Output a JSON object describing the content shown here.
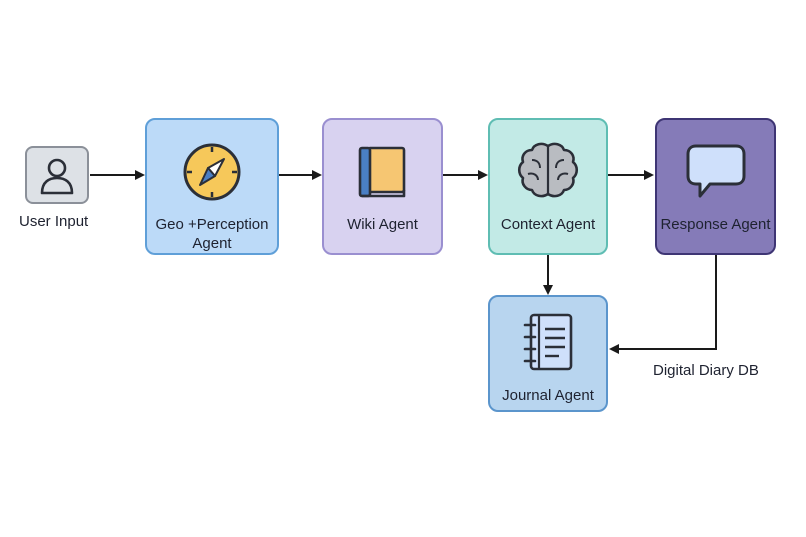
{
  "colors": {
    "user_fill": "#dde1e6",
    "user_border": "#8b9099",
    "geo_fill": "#bcdaf8",
    "geo_border": "#5f9fd8",
    "wiki_fill": "#d8d2f0",
    "wiki_border": "#9a8fd0",
    "context_fill": "#c2eae6",
    "context_border": "#5fbdb3",
    "journal_fill": "#b8d5ef",
    "journal_border": "#5b95cc",
    "response_fill": "#857bb8",
    "response_border": "#3e3574",
    "arrow": "#1a1a1a"
  },
  "nodes": {
    "user": {
      "label": "User Input",
      "icon": "user-icon"
    },
    "geo": {
      "label_line1": "Geo +Perception",
      "label_line2": "Agent",
      "icon": "compass-icon"
    },
    "wiki": {
      "label": "Wiki Agent",
      "icon": "book-icon"
    },
    "context": {
      "label": "Context Agent",
      "icon": "brain-icon"
    },
    "response": {
      "label": "Response Agent",
      "icon": "speech-bubble-icon"
    },
    "journal": {
      "label": "Journal Agent",
      "icon": "notebook-icon"
    }
  },
  "edges": [
    {
      "from": "User Input",
      "to": "Geo +Perception Agent"
    },
    {
      "from": "Geo +Perception Agent",
      "to": "Wiki Agent"
    },
    {
      "from": "Wiki Agent",
      "to": "Context Agent"
    },
    {
      "from": "Context Agent",
      "to": "Response Agent"
    },
    {
      "from": "Context Agent",
      "to": "Journal Agent"
    },
    {
      "from": "Response Agent",
      "to": "Journal Agent",
      "label": "Digital Diary DB"
    }
  ],
  "edge_label": "Digital Diary DB"
}
